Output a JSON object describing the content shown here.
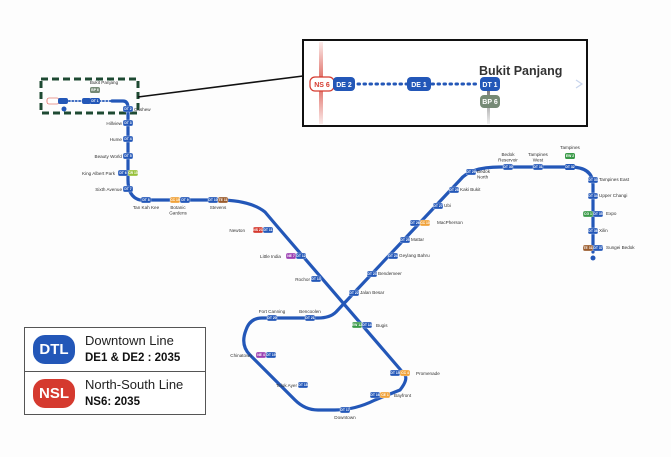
{
  "colors": {
    "dtl": "#2357b8",
    "nsl": "#d53a2f",
    "ccl": "#f0a23a",
    "ewl": "#3a9a48",
    "nel": "#9b3fb2",
    "tel": "#9a5b2c",
    "bplrt": "#768a76",
    "crl": "#97c03a",
    "inset_frame": "#1e4a33"
  },
  "inset": {
    "station_name": "Bukit Panjang",
    "codes": [
      "NS 6",
      "DE 2",
      "DE 1",
      "DT 1",
      "BP 6"
    ]
  },
  "stations": [
    {
      "name": "Bukit Panjang",
      "codes": [
        "BP 6",
        "DT 1"
      ]
    },
    {
      "name": "Cashew",
      "codes": [
        "DT 2"
      ]
    },
    {
      "name": "Hillview",
      "codes": [
        "DT 3"
      ]
    },
    {
      "name": "Hume",
      "codes": [
        "DT 4"
      ]
    },
    {
      "name": "Beauty World",
      "codes": [
        "DT 5"
      ]
    },
    {
      "name": "King Albert Park",
      "codes": [
        "DT 6",
        "CR 15"
      ]
    },
    {
      "name": "Sixth Avenue",
      "codes": [
        "DT 7"
      ]
    },
    {
      "name": "Tan Kah Kee",
      "codes": [
        "DT 8"
      ]
    },
    {
      "name": "Botanic Gardens",
      "codes": [
        "CC 19",
        "DT 9"
      ]
    },
    {
      "name": "Stevens",
      "codes": [
        "DT 10",
        "TE 11"
      ]
    },
    {
      "name": "Newton",
      "codes": [
        "NS 21",
        "DT 11"
      ]
    },
    {
      "name": "Little India",
      "codes": [
        "NE 7",
        "DT 12"
      ]
    },
    {
      "name": "Rochor",
      "codes": [
        "DT 13"
      ]
    },
    {
      "name": "Bugis",
      "codes": [
        "EW 12",
        "DT 14"
      ]
    },
    {
      "name": "Promenade",
      "codes": [
        "DT 15",
        "CC 4"
      ]
    },
    {
      "name": "Bayfront",
      "codes": [
        "DT 16",
        "CE 1"
      ]
    },
    {
      "name": "Downtown",
      "codes": [
        "DT 17"
      ]
    },
    {
      "name": "Telok Ayer",
      "codes": [
        "DT 18"
      ]
    },
    {
      "name": "Chinatown",
      "codes": [
        "NE 4",
        "DT 19"
      ]
    },
    {
      "name": "Fort Canning",
      "codes": [
        "DT 20"
      ]
    },
    {
      "name": "Bencoolen",
      "codes": [
        "DT 21"
      ]
    },
    {
      "name": "Jalan Besar",
      "codes": [
        "DT 22"
      ]
    },
    {
      "name": "Bendemeer",
      "codes": [
        "DT 23"
      ]
    },
    {
      "name": "Geylang Bahru",
      "codes": [
        "DT 24"
      ]
    },
    {
      "name": "Mattar",
      "codes": [
        "DT 25"
      ]
    },
    {
      "name": "MacPherson",
      "codes": [
        "DT 26",
        "CC 10"
      ]
    },
    {
      "name": "Ubi",
      "codes": [
        "DT 27"
      ]
    },
    {
      "name": "Kaki Bukit",
      "codes": [
        "DT 28"
      ]
    },
    {
      "name": "Bedok North",
      "codes": [
        "DT 29"
      ]
    },
    {
      "name": "Bedok Reservoir",
      "codes": [
        "DT 30"
      ]
    },
    {
      "name": "Tampines West",
      "codes": [
        "DT 31"
      ]
    },
    {
      "name": "Tampines",
      "codes": [
        "EW 2",
        "DT 32"
      ]
    },
    {
      "name": "Tampines East",
      "codes": [
        "DT 33"
      ]
    },
    {
      "name": "Upper Changi",
      "codes": [
        "DT 34"
      ]
    },
    {
      "name": "Expo",
      "codes": [
        "CG 1",
        "DT 35"
      ]
    },
    {
      "name": "Xilin",
      "codes": [
        "DT 36"
      ]
    },
    {
      "name": "Sungei Bedok",
      "codes": [
        "TE 31",
        "DT 37"
      ]
    }
  ],
  "legend": [
    {
      "badge": "DTL",
      "title": "Downtown Line",
      "subtitle": "DE1 & DE2 : 2035",
      "color": "#2357b8"
    },
    {
      "badge": "NSL",
      "title": "North-South Line",
      "subtitle": "NS6: 2035",
      "color": "#d53a2f"
    }
  ]
}
